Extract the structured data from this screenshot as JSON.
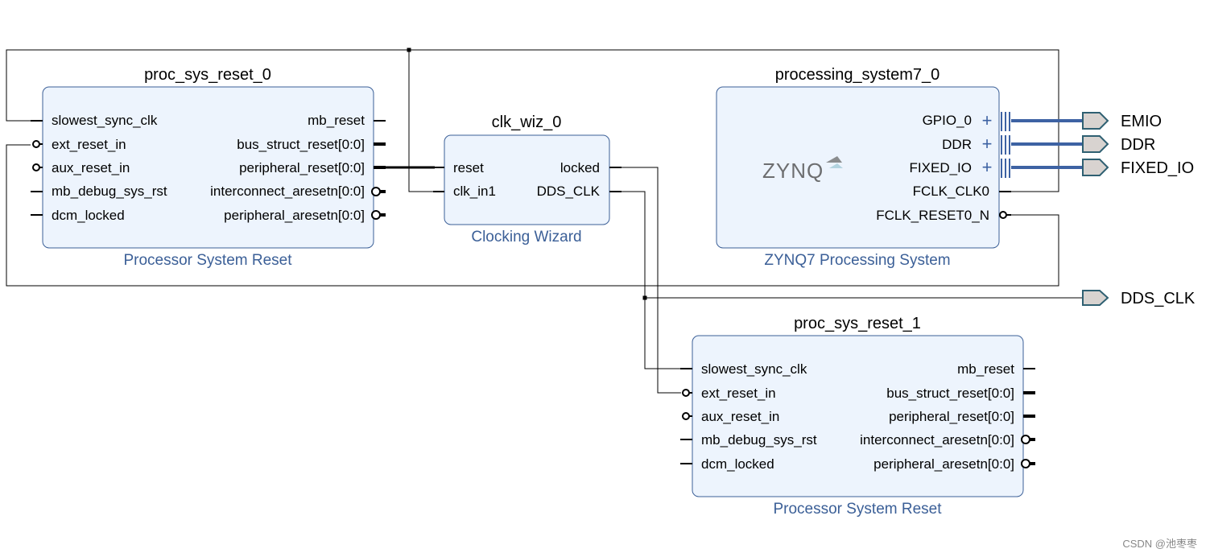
{
  "blocks": {
    "psr0": {
      "instance": "proc_sys_reset_0",
      "type_name": "Processor System Reset",
      "inputs": [
        "slowest_sync_clk",
        "ext_reset_in",
        "aux_reset_in",
        "mb_debug_sys_rst",
        "dcm_locked"
      ],
      "outputs": [
        "mb_reset",
        "bus_struct_reset[0:0]",
        "peripheral_reset[0:0]",
        "interconnect_aresetn[0:0]",
        "peripheral_aresetn[0:0]"
      ]
    },
    "clkwiz": {
      "instance": "clk_wiz_0",
      "type_name": "Clocking Wizard",
      "inputs": [
        "reset",
        "clk_in1"
      ],
      "outputs": [
        "locked",
        "DDS_CLK"
      ]
    },
    "ps7": {
      "instance": "processing_system7_0",
      "type_name": "ZYNQ7 Processing System",
      "logo": "ZYNQ",
      "outputs": [
        "GPIO_0",
        "DDR",
        "FIXED_IO",
        "FCLK_CLK0",
        "FCLK_RESET0_N"
      ]
    },
    "psr1": {
      "instance": "proc_sys_reset_1",
      "type_name": "Processor System Reset",
      "inputs": [
        "slowest_sync_clk",
        "ext_reset_in",
        "aux_reset_in",
        "mb_debug_sys_rst",
        "dcm_locked"
      ],
      "outputs": [
        "mb_reset",
        "bus_struct_reset[0:0]",
        "peripheral_reset[0:0]",
        "interconnect_aresetn[0:0]",
        "peripheral_aresetn[0:0]"
      ]
    }
  },
  "external_ports": [
    "EMIO",
    "DDR",
    "FIXED_IO",
    "DDS_CLK"
  ],
  "watermark": "CSDN @池枣枣",
  "colors": {
    "block_fill": "#edf4fd",
    "block_border": "#3b5f97",
    "type_label": "#3b5f97",
    "interface_bus": "#3d62a3",
    "external_port_fill": "#d8d3d0"
  }
}
